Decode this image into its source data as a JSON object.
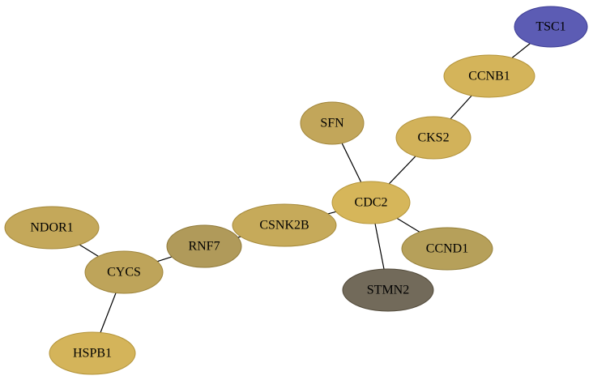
{
  "network": {
    "nodes": [
      {
        "id": "TSC1",
        "label": "TSC1",
        "fill": "#5c5cb4",
        "stroke": "#3c3c94"
      },
      {
        "id": "CCNB1",
        "label": "CCNB1",
        "fill": "#d4b45a",
        "stroke": "#b4943a"
      },
      {
        "id": "CKS2",
        "label": "CKS2",
        "fill": "#d2b25a",
        "stroke": "#b2923a"
      },
      {
        "id": "SFN",
        "label": "SFN",
        "fill": "#c2a65a",
        "stroke": "#a2863a"
      },
      {
        "id": "CDC2",
        "label": "CDC2",
        "fill": "#d6b65a",
        "stroke": "#b6963a"
      },
      {
        "id": "CCND1",
        "label": "CCND1",
        "fill": "#b6a05a",
        "stroke": "#96803a"
      },
      {
        "id": "STMN2",
        "label": "STMN2",
        "fill": "#726a5a",
        "stroke": "#524a3a"
      },
      {
        "id": "CSNK2B",
        "label": "CSNK2B",
        "fill": "#c6aa5a",
        "stroke": "#a68a3a"
      },
      {
        "id": "RNF7",
        "label": "RNF7",
        "fill": "#b09a5a",
        "stroke": "#907a3a"
      },
      {
        "id": "NDOR1",
        "label": "NDOR1",
        "fill": "#c4a85a",
        "stroke": "#a4883a"
      },
      {
        "id": "CYCS",
        "label": "CYCS",
        "fill": "#bea45a",
        "stroke": "#9e843a"
      },
      {
        "id": "HSPB1",
        "label": "HSPB1",
        "fill": "#d4b45a",
        "stroke": "#b4943a"
      }
    ],
    "edges": [
      {
        "source": "TSC1",
        "target": "CCNB1"
      },
      {
        "source": "CCNB1",
        "target": "CKS2"
      },
      {
        "source": "CKS2",
        "target": "CDC2"
      },
      {
        "source": "SFN",
        "target": "CDC2"
      },
      {
        "source": "CDC2",
        "target": "CCND1"
      },
      {
        "source": "CDC2",
        "target": "STMN2"
      },
      {
        "source": "CDC2",
        "target": "CSNK2B"
      },
      {
        "source": "CSNK2B",
        "target": "RNF7"
      },
      {
        "source": "RNF7",
        "target": "CYCS"
      },
      {
        "source": "NDOR1",
        "target": "CYCS"
      },
      {
        "source": "CYCS",
        "target": "HSPB1"
      }
    ]
  }
}
